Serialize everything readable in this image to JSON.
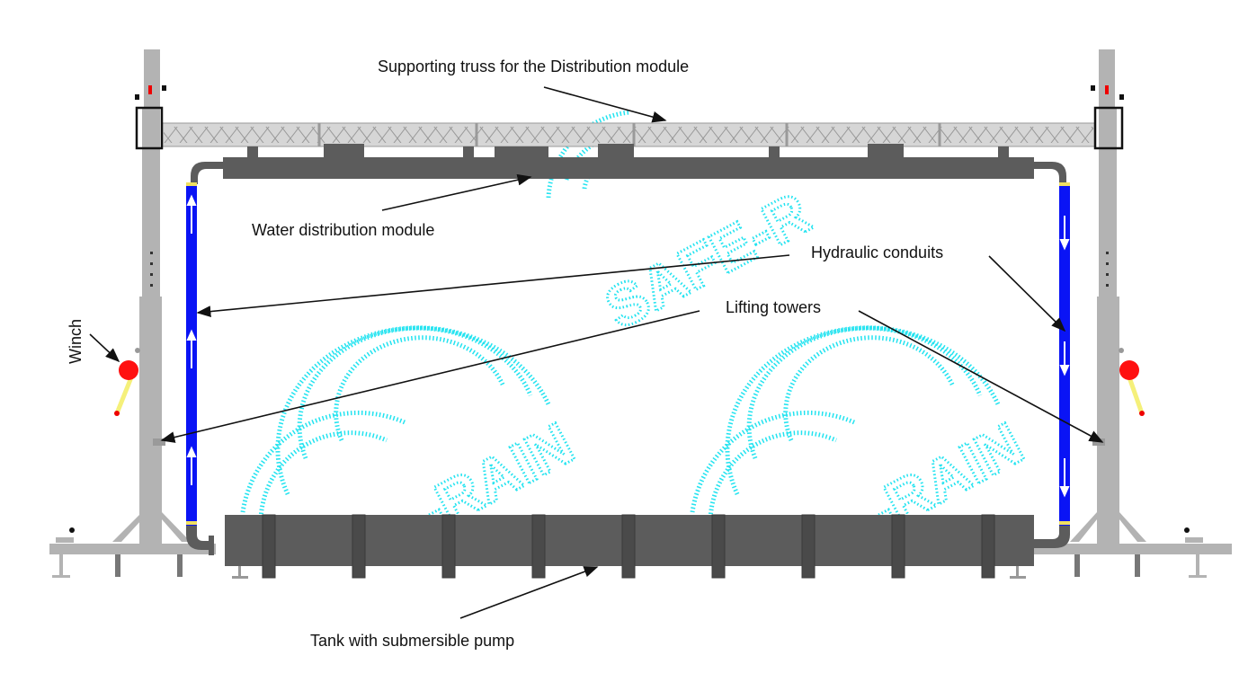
{
  "labels": {
    "truss": "Supporting truss for the Distribution module",
    "distribution": "Water distribution module",
    "conduits": "Hydraulic conduits",
    "towers": "Lifting towers",
    "winch": "Winch",
    "tank": "Tank with submersible pump"
  },
  "watermark": {
    "text_top": "SAFE-R",
    "text_bottom": "-RAIN"
  },
  "colors": {
    "frame": "#b3b3b3",
    "module": "#5c5c5c",
    "conduit": "#0a14f5",
    "watermark": "#22e3f0",
    "winch": "#ff1010",
    "handle": "#f5f07a",
    "band": "#f0e060"
  }
}
